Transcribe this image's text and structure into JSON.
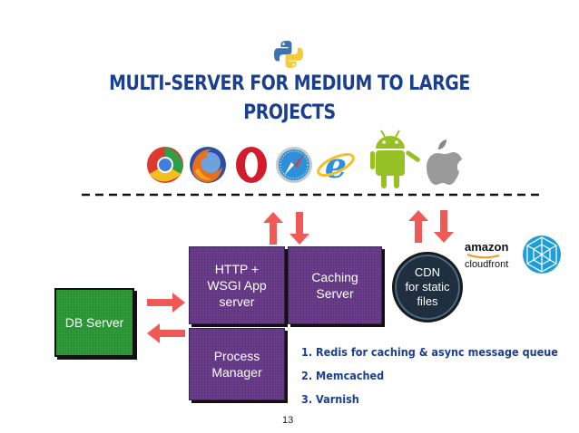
{
  "title": {
    "line1": "MULTI-SERVER FOR MEDIUM TO LARGE",
    "line2": "PROJECTS"
  },
  "icons": {
    "top": "python-logo-icon",
    "browsers": [
      "chrome-icon",
      "firefox-icon",
      "opera-icon",
      "safari-icon",
      "ie-icon"
    ],
    "mobile": [
      "android-icon",
      "apple-icon"
    ],
    "cloud": [
      "amazon-cloudfront-logo",
      "cloudfront-geodesic-icon"
    ]
  },
  "boxes": {
    "db_server": "DB Server",
    "http_wsgi": [
      "HTTP +",
      "WSGI App",
      "server"
    ],
    "caching": [
      "Caching",
      "Server"
    ],
    "process_manager": [
      "Process",
      "Manager"
    ],
    "cdn": [
      "CDN",
      "for static",
      "files"
    ]
  },
  "cloudfront_logo": {
    "line1": "amazon",
    "line2": "cloudfront"
  },
  "list": [
    "1.  Redis for caching & async message queue",
    "2.  Memcached",
    "3.  Varnish"
  ],
  "page_number": "13",
  "colors": {
    "title": "#1a3f8f",
    "purple_box": "#6b3e8e",
    "green_box": "#2f9d3a",
    "cdn_circle": "#1f2f3f",
    "arrow": "#ef5a57"
  }
}
